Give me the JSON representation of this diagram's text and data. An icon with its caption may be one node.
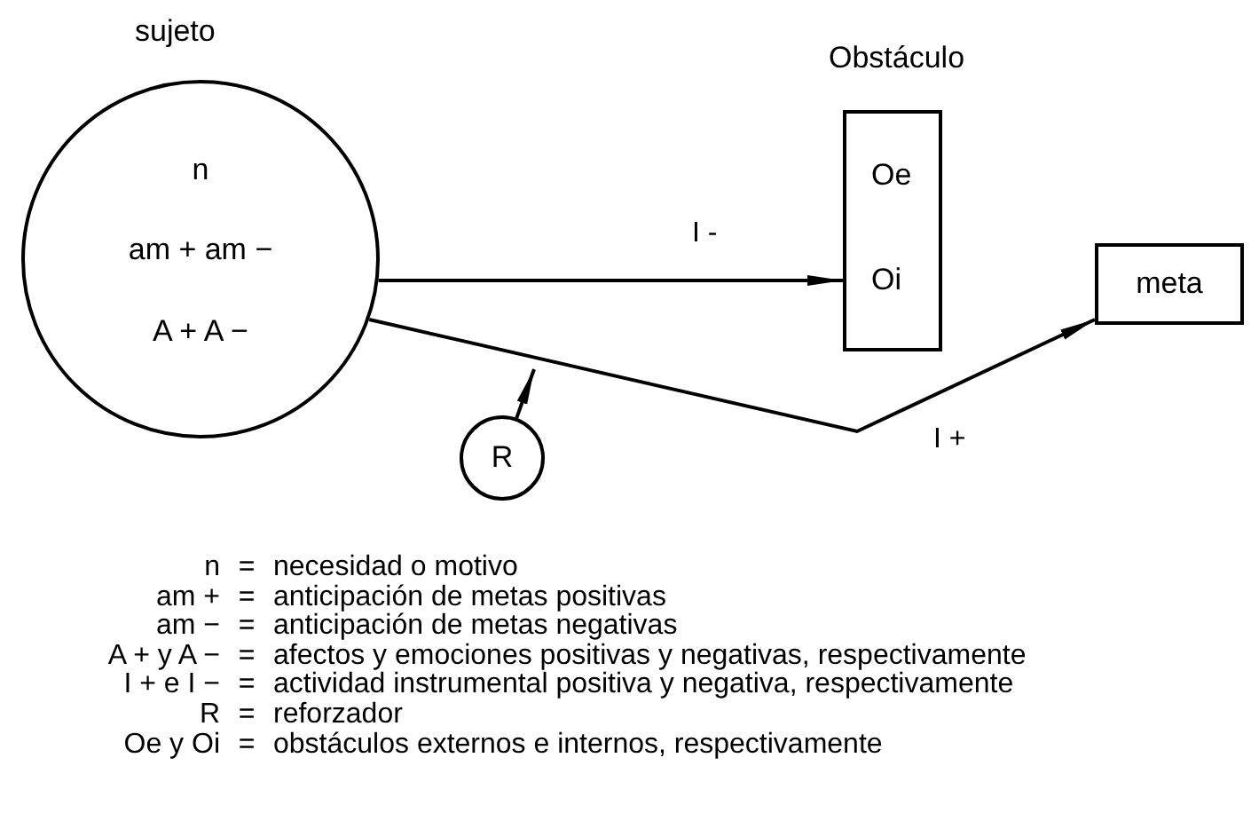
{
  "diagram": {
    "nodes": [
      {
        "text": [
          "sujeto",
          "n",
          "am + am −",
          "A + A −"
        ]
      },
      {
        "text": [
          "Obstáculo",
          "Oe",
          "Oi"
        ]
      },
      {
        "text": [
          "meta"
        ]
      },
      {
        "text": [
          "R"
        ]
      }
    ],
    "edges": [
      {
        "from": 0,
        "to": 1,
        "arrow": "to",
        "label": "I -"
      },
      {
        "from": 0,
        "to": 2,
        "arrow": "to",
        "label": "I +"
      },
      {
        "from": 3,
        "to": null,
        "arrow": "to"
      }
    ],
    "labels": [
      "n",
      "=",
      "necesidad o motivo",
      "am +",
      "=",
      "anticipación de metas positivas",
      "am −",
      "=",
      "anticipación de metas negativas",
      "A + y A −",
      "=",
      "afectos y emociones positivas y negativas, respectivamente",
      "I + e I −",
      "=",
      "actividad instrumental positiva y negativa, respectivamente",
      "R",
      "=",
      "reforzador",
      "Oe y Oi",
      "=",
      "obstáculos externos e internos, respectivamente"
    ]
  }
}
